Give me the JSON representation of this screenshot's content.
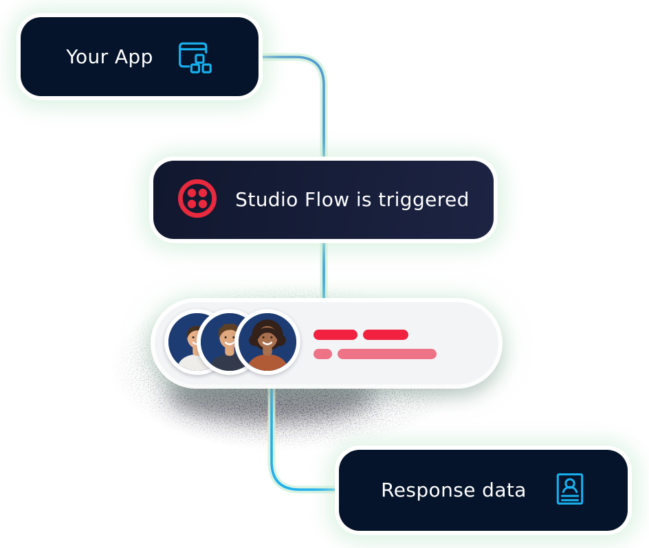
{
  "colors": {
    "card_dark": "#05142a",
    "card_navy": "#171e3a",
    "icon_blue": "#18b1f0",
    "twilio_red": "#e8293e",
    "bar_red": "#f2213f",
    "bar_pink": "#ee7386",
    "white_card_bg": "#f3f4f6",
    "connector_start": "#569dce",
    "connector_end": "#1fb0ee",
    "text_white": "#ffffff",
    "glow_green": "#d2f1dd"
  },
  "nodes": {
    "your_app": {
      "label": "Your App",
      "icon": "app-window-flow-icon"
    },
    "studio_flow": {
      "label": "Studio Flow is triggered",
      "icon": "twilio-logo-icon"
    },
    "conversation": {
      "avatars": [
        {
          "name": "avatar-man-short-hair",
          "description": "smiling man with short dark hair and white shirt on navy background",
          "bg": "#1d3c74",
          "skin": "#e9b28a",
          "hair": "#46301f",
          "shirt": "#efede9",
          "variant": "short"
        },
        {
          "name": "avatar-man-curly-hair",
          "description": "smiling man with curly brown hair and dark tee on navy background",
          "bg": "#1d3c74",
          "skin": "#e0a87e",
          "hair": "#5d4026",
          "shirt": "#333a4b",
          "variant": "curly"
        },
        {
          "name": "avatar-woman-curly-hair",
          "description": "smiling woman with dark curly hair and patterned orange top on navy background",
          "bg": "#1d3c74",
          "skin": "#a9704e",
          "hair": "#33211a",
          "shirt": "#b05a36",
          "variant": "afro"
        }
      ],
      "bars": [
        {
          "row": 1,
          "color_key": "bar_red",
          "width": 64
        },
        {
          "row": 1,
          "color_key": "bar_red",
          "width": 66
        },
        {
          "row": 2,
          "color_key": "bar_pink",
          "width": 27
        },
        {
          "row": 2,
          "color_key": "bar_pink",
          "width": 144
        }
      ]
    },
    "response_data": {
      "label": "Response data",
      "icon": "contact-card-icon"
    }
  }
}
